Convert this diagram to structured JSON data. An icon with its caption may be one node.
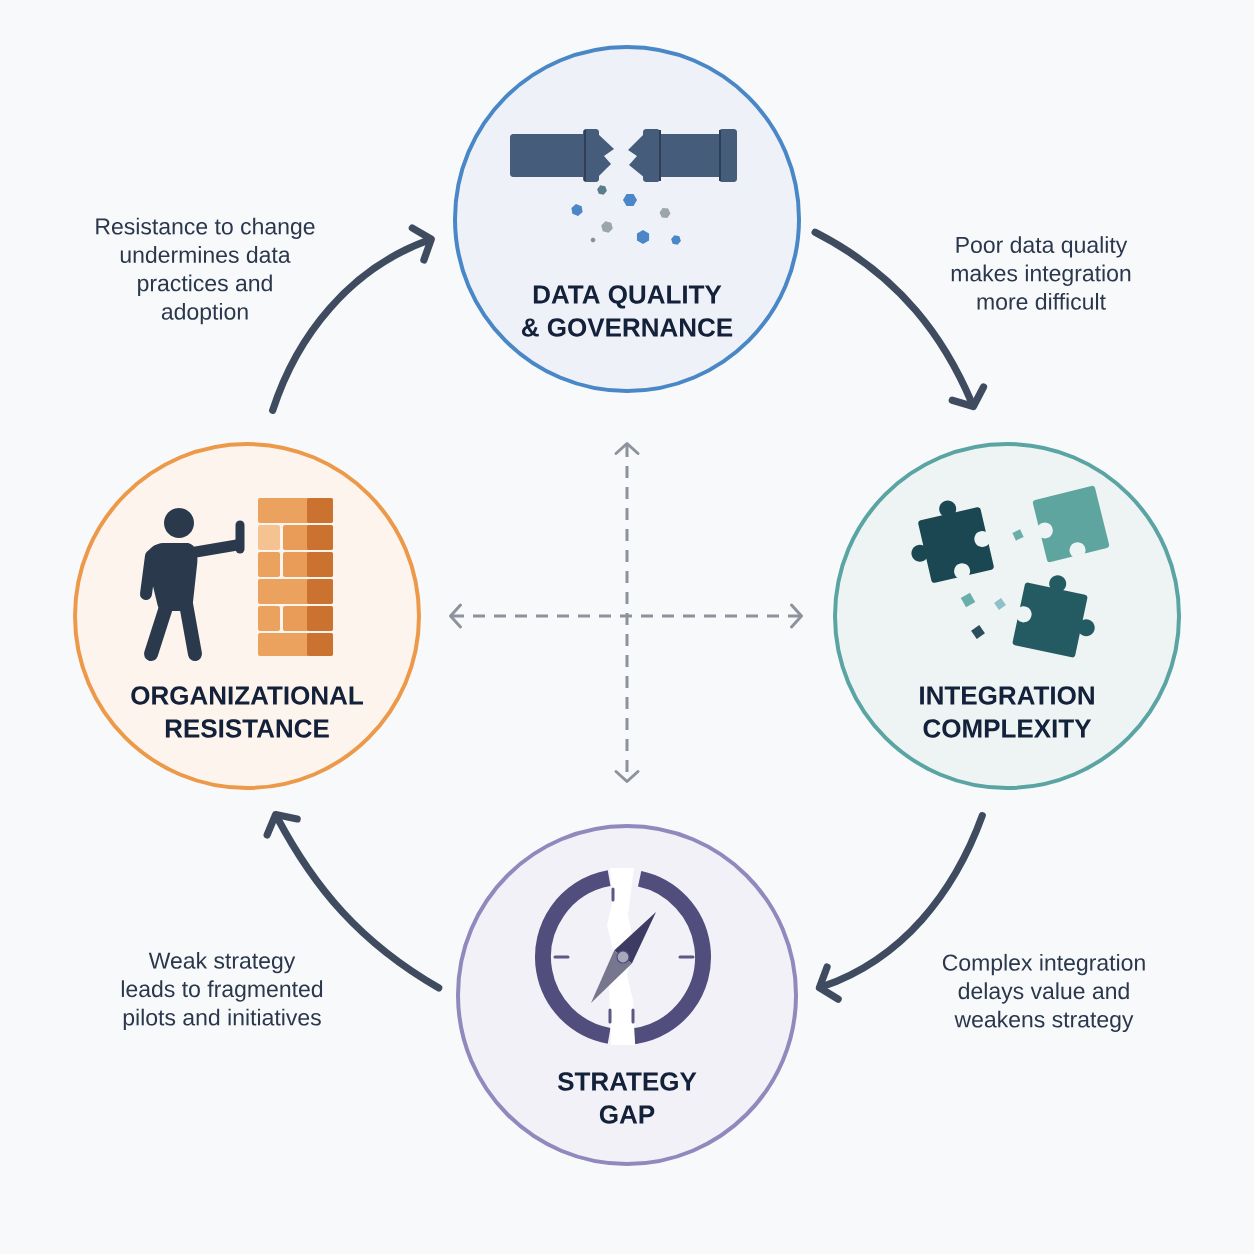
{
  "diagram": {
    "nodes": [
      {
        "text": [
          "DATA QUALITY & GOVERNANCE"
        ]
      },
      {
        "text": [
          "ORGANIZATIONAL RESISTANCE"
        ]
      },
      {
        "text": [
          "INTEGRATION COMPLEXITY"
        ]
      },
      {
        "text": [
          "STRATEGY GAP"
        ]
      }
    ],
    "edges": [
      {
        "from": 0,
        "to": 2,
        "arrow": "to",
        "label": "Poor data quality makes integration more difficult"
      },
      {
        "from": 2,
        "to": 3,
        "arrow": "to",
        "label": "Complex integration delays value and weakens strategy"
      },
      {
        "from": 3,
        "to": 1,
        "arrow": "to",
        "label": "Weak strategy leads to fragmented pilots and initiatives"
      },
      {
        "from": 1,
        "to": 0,
        "arrow": "to",
        "label": "Resistance to change undermines data practices and adoption"
      },
      {
        "from": 0,
        "to": 3,
        "arrow": "both",
        "style": "dashed",
        "color": "#8d929c"
      },
      {
        "from": 1,
        "to": 2,
        "arrow": "both",
        "style": "dashed",
        "color": "#8d929c"
      }
    ]
  }
}
